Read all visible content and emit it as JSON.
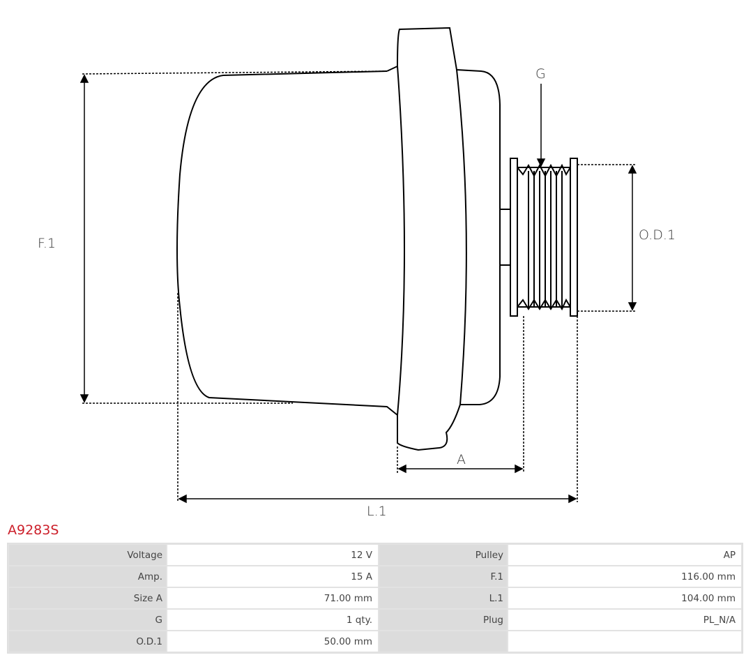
{
  "product": {
    "code": "A9283S"
  },
  "diagram": {
    "labels": {
      "f1": "F.1",
      "l1": "L.1",
      "a": "A",
      "g": "G",
      "od1": "O.D.1"
    }
  },
  "specs": [
    {
      "k1": "Voltage",
      "v1": "12 V",
      "k2": "Pulley",
      "v2": "AP"
    },
    {
      "k1": "Amp.",
      "v1": "15 A",
      "k2": "F.1",
      "v2": "116.00 mm"
    },
    {
      "k1": "Size A",
      "v1": "71.00 mm",
      "k2": "L.1",
      "v2": "104.00 mm"
    },
    {
      "k1": "G",
      "v1": "1 qty.",
      "k2": "Plug",
      "v2": "PL_N/A"
    },
    {
      "k1": "O.D.1",
      "v1": "50.00 mm",
      "k2": "",
      "v2": ""
    }
  ]
}
